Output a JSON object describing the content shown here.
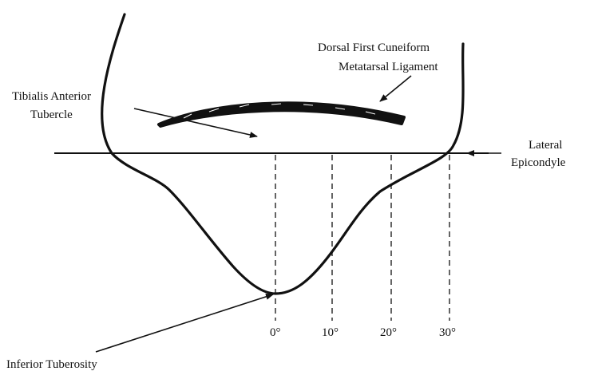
{
  "labels": {
    "dorsal_line1": "Dorsal  First  Cuneiform",
    "dorsal_line2": "Metatarsal  Ligament",
    "tibialis_line1": "Tibialis  Anterior",
    "tibialis_line2": "Tubercle",
    "lateral_line1": "Lateral",
    "lateral_line2": "Epicondyle",
    "inferior": "Inferior  Tuberosity"
  },
  "angle_ticks": [
    "0°",
    "10°",
    "20°",
    "30°"
  ],
  "colors": {
    "ink": "#111111",
    "background": "#ffffff"
  }
}
